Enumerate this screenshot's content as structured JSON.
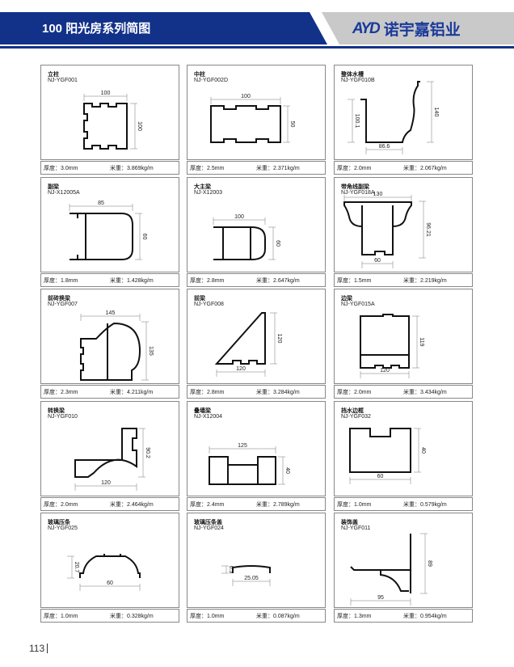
{
  "header": {
    "title": "100 阳光房系列简图",
    "logo_mark": "AYD",
    "logo_text": "诺宇嘉铝业",
    "accent": "#12328a"
  },
  "labels": {
    "thickness": "厚度：",
    "weight": "米重："
  },
  "products": [
    {
      "name": "立柱",
      "code": "NJ-YGF001",
      "thickness": "3.0mm",
      "weight": "3.869kg/m",
      "dims": [
        "100",
        "100"
      ]
    },
    {
      "name": "中柱",
      "code": "NJ-YGF002D",
      "thickness": "2.5mm",
      "weight": "2.371kg/m",
      "dims": [
        "100",
        "50"
      ]
    },
    {
      "name": "整体水槽",
      "code": "NJ-YGF010B",
      "thickness": "2.0mm",
      "weight": "2.067kg/m",
      "dims": [
        "100.1",
        "86.6",
        "140"
      ]
    },
    {
      "name": "副梁",
      "code": "NJ-X12005A",
      "thickness": "1.8mm",
      "weight": "1.428kg/m",
      "dims": [
        "85",
        "60"
      ]
    },
    {
      "name": "大主梁",
      "code": "NJ-X12003",
      "thickness": "2.8mm",
      "weight": "2.647kg/m",
      "dims": [
        "100",
        "60"
      ]
    },
    {
      "name": "带角线副梁",
      "code": "NJ-YGF018A",
      "thickness": "1.5mm",
      "weight": "2.219kg/m",
      "dims": [
        "130",
        "96.21",
        "60"
      ]
    },
    {
      "name": "前砖换梁",
      "code": "NJ-YGF007",
      "thickness": "2.3mm",
      "weight": "4.211kg/m",
      "dims": [
        "145",
        "135"
      ]
    },
    {
      "name": "前梁",
      "code": "NJ-YGF008",
      "thickness": "2.8mm",
      "weight": "3.284kg/m",
      "dims": [
        "120",
        "120"
      ]
    },
    {
      "name": "边梁",
      "code": "NJ-YGF015A",
      "thickness": "2.0mm",
      "weight": "3.434kg/m",
      "dims": [
        "119",
        "120"
      ]
    },
    {
      "name": "转换梁",
      "code": "NJ-YGF010",
      "thickness": "2.0mm",
      "weight": "2.464kg/m",
      "dims": [
        "90.2",
        "120"
      ]
    },
    {
      "name": "叠墙梁",
      "code": "NJ-X12004",
      "thickness": "2.4mm",
      "weight": "2.789kg/m",
      "dims": [
        "125",
        "40"
      ]
    },
    {
      "name": "挡水边框",
      "code": "NJ-YGF032",
      "thickness": "1.0mm",
      "weight": "0.579kg/m",
      "dims": [
        "40",
        "60"
      ]
    },
    {
      "name": "玻璃压条",
      "code": "NJ-YGF025",
      "thickness": "1.0mm",
      "weight": "0.328kg/m",
      "dims": [
        "20.7",
        "60"
      ]
    },
    {
      "name": "玻璃压条盖",
      "code": "NJ-YGF024",
      "thickness": "1.0mm",
      "weight": "0.087kg/m",
      "dims": [
        "6.3",
        "25.05"
      ]
    },
    {
      "name": "装饰盖",
      "code": "NJ-YGF011",
      "thickness": "1.3mm",
      "weight": "0.954kg/m",
      "dims": [
        "89",
        "95"
      ]
    }
  ],
  "footer": {
    "page_number": "113"
  }
}
